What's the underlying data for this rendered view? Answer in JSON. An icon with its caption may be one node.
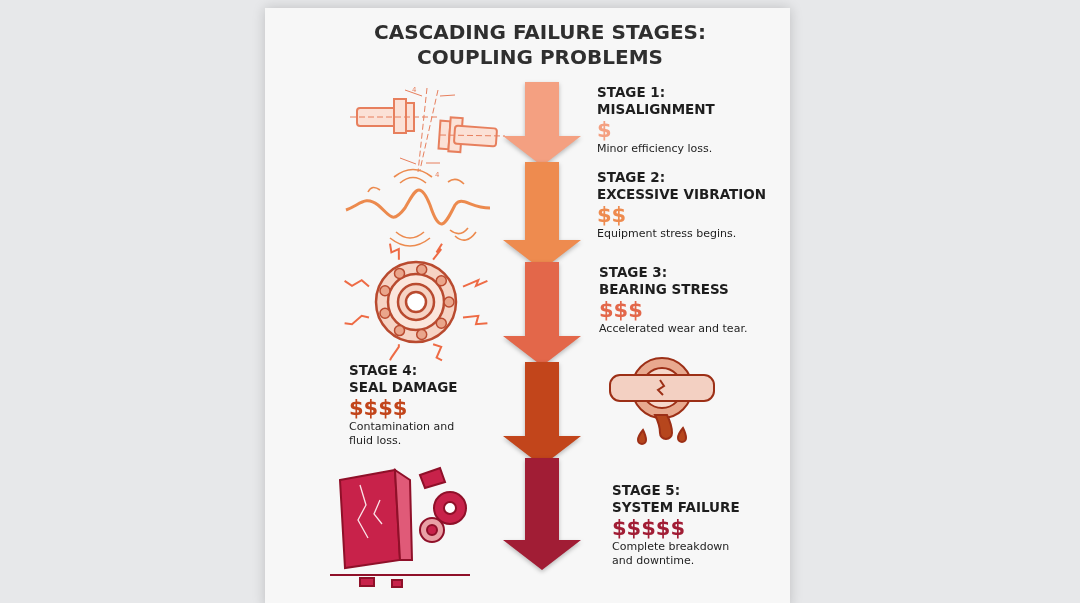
{
  "diagram": {
    "title": "CASCADING FAILURE STAGES: COUPLING PROBLEMS",
    "nodes": [
      {
        "text": [],
        "shape": "arrow",
        "beside": [
          "STAGE 1: MISALIGNMENT",
          "$",
          "Minor efficiency loss."
        ]
      },
      {
        "text": [],
        "shape": "arrow",
        "beside": [
          "STAGE 2: EXCESSIVE VIBRATION",
          "$$",
          "Equipment stress begins."
        ]
      },
      {
        "text": [],
        "shape": "arrow",
        "beside": [
          "STAGE 3: BEARING STRESS",
          "$$$",
          "Accelerated wear and tear."
        ]
      },
      {
        "text": [],
        "shape": "arrow",
        "beside": [
          "STAGE 4: SEAL DAMAGE",
          "$$$$",
          "Contamination and fluid loss."
        ]
      },
      {
        "text": [],
        "shape": "arrow",
        "beside": [
          "STAGE 5: SYSTEM FAILURE",
          "$$$$$",
          "Complete breakdown and downtime."
        ]
      }
    ],
    "labels": [
      "4",
      "4"
    ]
  }
}
